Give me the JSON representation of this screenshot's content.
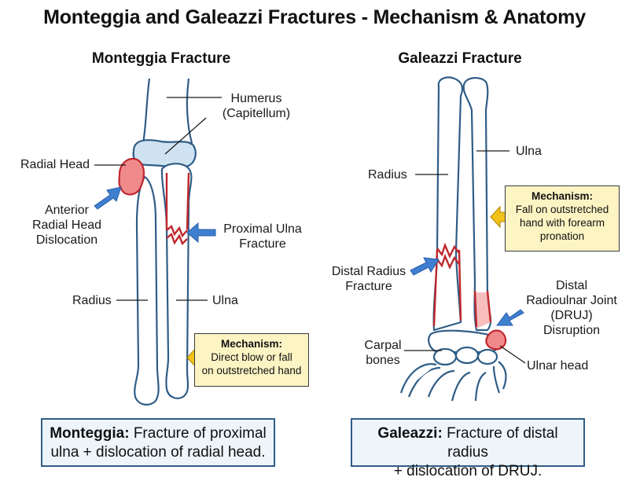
{
  "title": "Monteggia and Galeazzi Fractures - Mechanism & Anatomy",
  "monteggia": {
    "subtitle": "Monteggia Fracture",
    "labels": {
      "humerus_1": "Humerus",
      "humerus_2": "(Capitellum)",
      "radial_head": "Radial Head",
      "anterior_1": "Anterior",
      "anterior_2": "Radial Head",
      "anterior_3": "Dislocation",
      "prox_ulna_1": "Proximal Ulna",
      "prox_ulna_2": "Fracture",
      "radius": "Radius",
      "ulna": "Ulna"
    },
    "mechanism": {
      "title": "Mechanism:",
      "line1": "Direct blow or fall",
      "line2": "on outstretched hand"
    },
    "summary": {
      "bold": "Monteggia:",
      "line1": " Fracture of proximal",
      "line2": "ulna + dislocation of radial head."
    }
  },
  "galeazzi": {
    "subtitle": "Galeazzi Fracture",
    "labels": {
      "ulna": "Ulna",
      "radius": "Radius",
      "distal_radius_1": "Distal Radius",
      "distal_radius_2": "Fracture",
      "druj_1": "Distal",
      "druj_2": "Radioulnar Joint",
      "druj_3": "(DRUJ)",
      "druj_4": "Disruption",
      "carpal_1": "Carpal",
      "carpal_2": "bones",
      "ulnar_head": "Ulnar head"
    },
    "mechanism": {
      "title": "Mechanism:",
      "line1": "Fall on outstretched",
      "line2": "hand with forearm",
      "line3": "pronation"
    },
    "summary": {
      "bold": "Galeazzi:",
      "line1": " Fracture of distal radius",
      "line2": "+ dislocation of DRUJ."
    }
  },
  "colors": {
    "bone_outline": "#2f5d86",
    "fracture": "#c0272d",
    "injury_fill": "#f08a8a",
    "arrow_blue": "#3f7fd0",
    "arrow_yellow": "#f2c21b",
    "mechanism_bg": "#fdf4c4",
    "summary_bg": "#edf4fa",
    "capitellum_fill": "#cfe3f3"
  }
}
